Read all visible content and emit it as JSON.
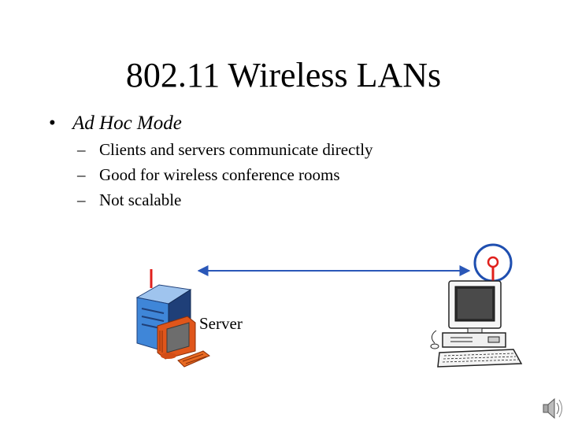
{
  "slide": {
    "title": "802.11 Wireless LANs",
    "bullet": {
      "marker": "•",
      "text": "Ad Hoc Mode"
    },
    "sub_bullets": [
      {
        "marker": "–",
        "text": "Clients and servers communicate directly"
      },
      {
        "marker": "–",
        "text": "Good for wireless conference rooms"
      },
      {
        "marker": "–",
        "text": "Not scalable"
      }
    ]
  },
  "diagram": {
    "server_label": "Server",
    "colors": {
      "link_arrow": "#2a57b8",
      "antenna": "#e0201c",
      "antenna_ring": "#1f4fb0",
      "tower_front": "#3f86d8",
      "tower_side": "#1f3f78",
      "tower_top": "#9fc4ee",
      "monitor_orange": "#e0561b",
      "keyboard_orange": "#e86a22"
    },
    "icons": {
      "server": "server-tower-icon",
      "client": "desktop-computer-icon",
      "link": "double-arrow-icon",
      "sound": "speaker-icon"
    }
  }
}
